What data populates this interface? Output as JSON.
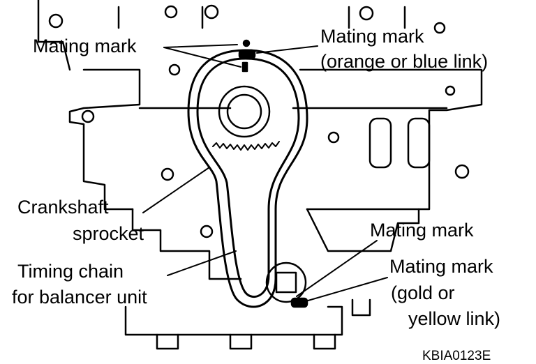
{
  "labels": {
    "mating_mark_top_left": "Mating mark",
    "mating_mark_top_right_1": "Mating mark",
    "mating_mark_top_right_2": "(orange or blue link)",
    "crankshaft_1": "Crankshaft",
    "crankshaft_2": "sprocket",
    "timing_chain_1": "Timing chain",
    "timing_chain_2": "for balancer unit",
    "mating_mark_lower": "Mating mark",
    "mating_mark_bottom_1": "Mating mark",
    "mating_mark_bottom_2": "(gold or",
    "mating_mark_bottom_3": "yellow link)",
    "figure_code": "KBIA0123E"
  },
  "colors": {
    "ink": "#000000",
    "paper": "#ffffff"
  }
}
